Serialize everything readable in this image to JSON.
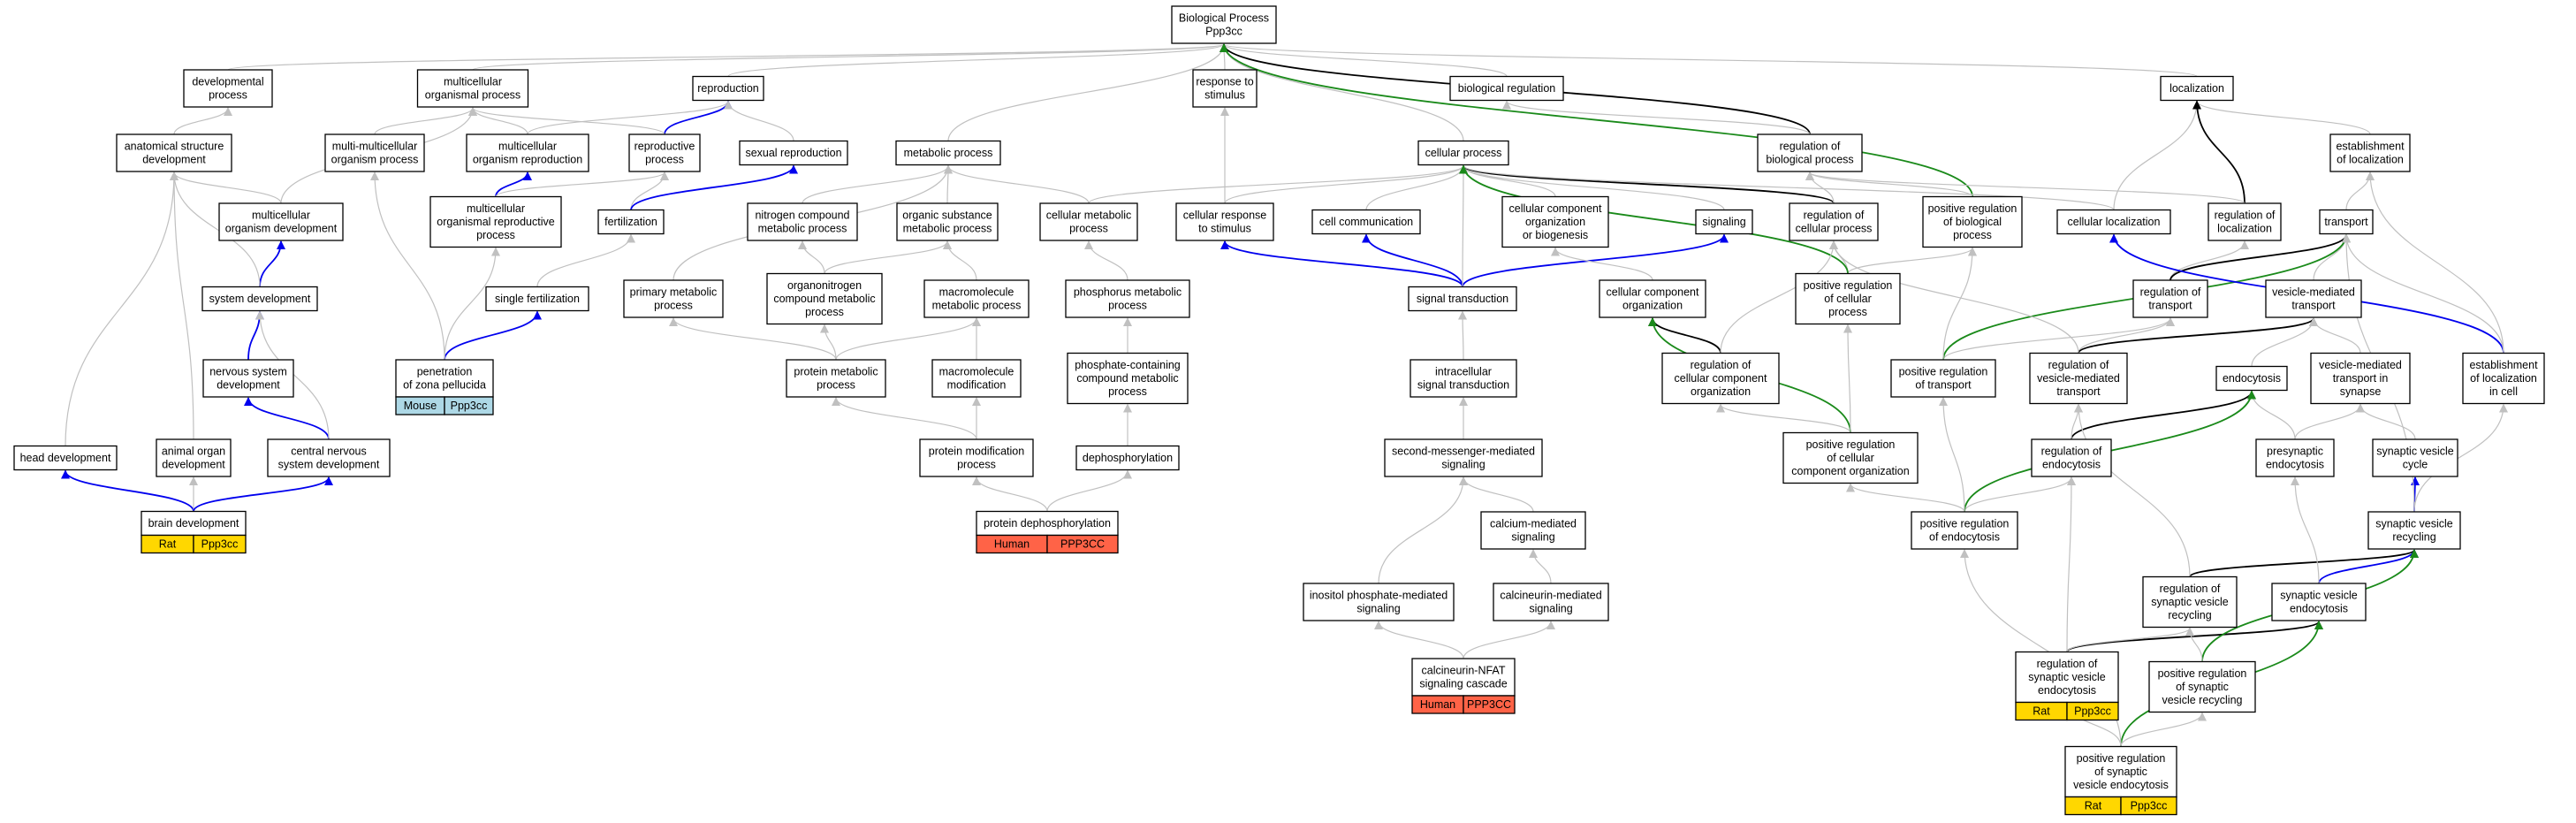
{
  "colors": {
    "gray_edge": "#c0c0c0",
    "black_edge": "#000000",
    "blue_edge": "#0000ee",
    "green_edge": "#1a8a1a",
    "mouse_badge": "#add8e6",
    "rat_badge": "#ffd700",
    "human_badge": "#ff6347"
  },
  "nodes": {
    "n_root": {
      "lines": [
        "Biological Process",
        "Ppp3cc"
      ]
    },
    "n_dev": {
      "lines": [
        "developmental",
        "process"
      ]
    },
    "n_mcp": {
      "lines": [
        "multicellular",
        "organismal process"
      ]
    },
    "n_repro": {
      "lines": [
        "reproduction"
      ]
    },
    "n_resp": {
      "lines": [
        "response to",
        "stimulus"
      ]
    },
    "n_bioreg": {
      "lines": [
        "biological regulation"
      ]
    },
    "n_loc": {
      "lines": [
        "localization"
      ]
    },
    "n_asd": {
      "lines": [
        "anatomical structure",
        "development"
      ]
    },
    "n_mmop": {
      "lines": [
        "multi-multicellular",
        "organism process"
      ]
    },
    "n_mcrepro": {
      "lines": [
        "multicellular",
        "organism reproduction"
      ]
    },
    "n_rproc": {
      "lines": [
        "reproductive",
        "process"
      ]
    },
    "n_sexrep": {
      "lines": [
        "sexual reproduction"
      ]
    },
    "n_metab": {
      "lines": [
        "metabolic process"
      ]
    },
    "n_cellproc": {
      "lines": [
        "cellular process"
      ]
    },
    "n_regbio": {
      "lines": [
        "regulation of",
        "biological process"
      ]
    },
    "n_estloc": {
      "lines": [
        "establishment",
        "of localization"
      ]
    },
    "n_mcod": {
      "lines": [
        "multicellular",
        "organism development"
      ]
    },
    "n_mcorp": {
      "lines": [
        "multicellular",
        "organismal reproductive",
        "process"
      ]
    },
    "n_fert": {
      "lines": [
        "fertilization"
      ]
    },
    "n_ncmp": {
      "lines": [
        "nitrogen compound",
        "metabolic process"
      ]
    },
    "n_osmp": {
      "lines": [
        "organic substance",
        "metabolic process"
      ]
    },
    "n_cmp": {
      "lines": [
        "cellular metabolic",
        "process"
      ]
    },
    "n_crs": {
      "lines": [
        "cellular response",
        "to stimulus"
      ]
    },
    "n_comm": {
      "lines": [
        "cell communication"
      ]
    },
    "n_ccob": {
      "lines": [
        "cellular component",
        "organization",
        "or biogenesis"
      ]
    },
    "n_signaling": {
      "lines": [
        "signaling"
      ]
    },
    "n_regcp": {
      "lines": [
        "regulation of",
        "cellular process"
      ]
    },
    "n_posregbp": {
      "lines": [
        "positive regulation",
        "of biological",
        "process"
      ]
    },
    "n_cellloc": {
      "lines": [
        "cellular localization"
      ]
    },
    "n_regloc": {
      "lines": [
        "regulation of",
        "localization"
      ]
    },
    "n_transport": {
      "lines": [
        "transport"
      ]
    },
    "n_sysdev": {
      "lines": [
        "system development"
      ]
    },
    "n_singfert": {
      "lines": [
        "single fertilization"
      ]
    },
    "n_pmp": {
      "lines": [
        "primary metabolic",
        "process"
      ]
    },
    "n_oncmp": {
      "lines": [
        "organonitrogen",
        "compound metabolic",
        "process"
      ]
    },
    "n_mmp": {
      "lines": [
        "macromolecule",
        "metabolic process"
      ]
    },
    "n_phmp": {
      "lines": [
        "phosphorus metabolic",
        "process"
      ]
    },
    "n_sigtrans": {
      "lines": [
        "signal transduction"
      ]
    },
    "n_cco": {
      "lines": [
        "cellular component",
        "organization"
      ]
    },
    "n_posregcp": {
      "lines": [
        "positive regulation",
        "of cellular",
        "process"
      ]
    },
    "n_regtrans": {
      "lines": [
        "regulation of",
        "transport"
      ]
    },
    "n_vmt": {
      "lines": [
        "vesicle-mediated",
        "transport"
      ]
    },
    "n_nsd": {
      "lines": [
        "nervous system",
        "development"
      ]
    },
    "n_pzp": {
      "lines": [
        "penetration",
        "of zona pellucida"
      ]
    },
    "n_protmp": {
      "lines": [
        "protein metabolic",
        "process"
      ]
    },
    "n_mmmod": {
      "lines": [
        "macromolecule",
        "modification"
      ]
    },
    "n_pcmp": {
      "lines": [
        "phosphate-containing",
        "compound metabolic",
        "process"
      ]
    },
    "n_ists": {
      "lines": [
        "intracellular",
        "signal transduction"
      ]
    },
    "n_regcco": {
      "lines": [
        "regulation of",
        "cellular component",
        "organization"
      ]
    },
    "n_posregtr": {
      "lines": [
        "positive regulation",
        "of transport"
      ]
    },
    "n_regvmt": {
      "lines": [
        "regulation of",
        "vesicle-mediated",
        "transport"
      ]
    },
    "n_endo": {
      "lines": [
        "endocytosis"
      ]
    },
    "n_vmtsyn": {
      "lines": [
        "vesicle-mediated",
        "transport in",
        "synapse"
      ]
    },
    "n_estlocc": {
      "lines": [
        "establishment",
        "of localization",
        "in cell"
      ]
    },
    "n_headdev": {
      "lines": [
        "head development"
      ]
    },
    "n_aod": {
      "lines": [
        "animal organ",
        "development"
      ]
    },
    "n_cnsd": {
      "lines": [
        "central nervous",
        "system development"
      ]
    },
    "n_protmod": {
      "lines": [
        "protein modification",
        "process"
      ]
    },
    "n_dephos": {
      "lines": [
        "dephosphorylation"
      ]
    },
    "n_smms": {
      "lines": [
        "second-messenger-mediated",
        "signaling"
      ]
    },
    "n_posregcco": {
      "lines": [
        "positive regulation",
        "of cellular",
        "component organization"
      ]
    },
    "n_regendo": {
      "lines": [
        "regulation of",
        "endocytosis"
      ]
    },
    "n_presyn": {
      "lines": [
        "presynaptic",
        "endocytosis"
      ]
    },
    "n_svc": {
      "lines": [
        "synaptic vesicle",
        "cycle"
      ]
    },
    "n_braindev": {
      "lines": [
        "brain development"
      ]
    },
    "n_protdephos": {
      "lines": [
        "protein dephosphorylation"
      ]
    },
    "n_calms": {
      "lines": [
        "calcium-mediated",
        "signaling"
      ]
    },
    "n_posregendo": {
      "lines": [
        "positive regulation",
        "of endocytosis"
      ]
    },
    "n_svr": {
      "lines": [
        "synaptic vesicle",
        "recycling"
      ]
    },
    "n_ipms": {
      "lines": [
        "inositol phosphate-mediated",
        "signaling"
      ]
    },
    "n_cnms": {
      "lines": [
        "calcineurin-mediated",
        "signaling"
      ]
    },
    "n_regsvr": {
      "lines": [
        "regulation of",
        "synaptic vesicle",
        "recycling"
      ]
    },
    "n_sve": {
      "lines": [
        "synaptic vesicle",
        "endocytosis"
      ]
    },
    "n_cnfat": {
      "lines": [
        "calcineurin-NFAT",
        "signaling cascade"
      ]
    },
    "n_regsve": {
      "lines": [
        "regulation of",
        "synaptic vesicle",
        "endocytosis"
      ]
    },
    "n_posregsvr": {
      "lines": [
        "positive regulation",
        "of synaptic",
        "vesicle recycling"
      ]
    },
    "n_posregsve": {
      "lines": [
        "positive regulation",
        "of synaptic",
        "vesicle endocytosis"
      ]
    }
  },
  "badges": {
    "n_pzp": {
      "species": "Mouse",
      "gene": "Ppp3cc",
      "color": "#add8e6"
    },
    "n_braindev": {
      "species": "Rat",
      "gene": "Ppp3cc",
      "color": "#ffd700"
    },
    "n_protdephos": {
      "species": "Human",
      "gene": "PPP3CC",
      "color": "#ff6347"
    },
    "n_cnfat": {
      "species": "Human",
      "gene": "PPP3CC",
      "color": "#ff6347"
    },
    "n_regsve": {
      "species": "Rat",
      "gene": "Ppp3cc",
      "color": "#ffd700"
    },
    "n_posregsve": {
      "species": "Rat",
      "gene": "Ppp3cc",
      "color": "#ffd700"
    }
  },
  "edges": [
    [
      "n_dev",
      "n_root",
      "gray"
    ],
    [
      "n_mcp",
      "n_root",
      "gray"
    ],
    [
      "n_repro",
      "n_root",
      "gray"
    ],
    [
      "n_resp",
      "n_root",
      "gray"
    ],
    [
      "n_bioreg",
      "n_root",
      "gray"
    ],
    [
      "n_loc",
      "n_root",
      "gray"
    ],
    [
      "n_metab",
      "n_root",
      "gray"
    ],
    [
      "n_cellproc",
      "n_root",
      "gray"
    ],
    [
      "n_regbio",
      "n_root",
      "black"
    ],
    [
      "n_posregbp",
      "n_root",
      "green"
    ],
    [
      "n_asd",
      "n_dev",
      "gray"
    ],
    [
      "n_mmop",
      "n_mcp",
      "gray"
    ],
    [
      "n_mcrepro",
      "n_mcp",
      "gray"
    ],
    [
      "n_mcrepro",
      "n_repro",
      "gray"
    ],
    [
      "n_rproc",
      "n_repro",
      "blue"
    ],
    [
      "n_sexrep",
      "n_repro",
      "gray"
    ],
    [
      "n_rproc",
      "n_mcp",
      "gray"
    ],
    [
      "n_regbio",
      "n_bioreg",
      "gray"
    ],
    [
      "n_estloc",
      "n_loc",
      "gray"
    ],
    [
      "n_cellloc",
      "n_loc",
      "gray"
    ],
    [
      "n_regloc",
      "n_loc",
      "black"
    ],
    [
      "n_mcod",
      "n_mcp",
      "gray"
    ],
    [
      "n_mcod",
      "n_asd",
      "gray"
    ],
    [
      "n_mcorp",
      "n_mcrepro",
      "blue"
    ],
    [
      "n_mcorp",
      "n_rproc",
      "gray"
    ],
    [
      "n_fert",
      "n_rproc",
      "gray"
    ],
    [
      "n_fert",
      "n_sexrep",
      "blue"
    ],
    [
      "n_ncmp",
      "n_metab",
      "gray"
    ],
    [
      "n_osmp",
      "n_metab",
      "gray"
    ],
    [
      "n_cmp",
      "n_metab",
      "gray"
    ],
    [
      "n_cmp",
      "n_cellproc",
      "gray"
    ],
    [
      "n_crs",
      "n_resp",
      "gray"
    ],
    [
      "n_crs",
      "n_cellproc",
      "gray"
    ],
    [
      "n_comm",
      "n_cellproc",
      "gray"
    ],
    [
      "n_ccob",
      "n_cellproc",
      "gray"
    ],
    [
      "n_signaling",
      "n_cellproc",
      "gray"
    ],
    [
      "n_regcp",
      "n_cellproc",
      "black"
    ],
    [
      "n_regcp",
      "n_regbio",
      "gray"
    ],
    [
      "n_posregbp",
      "n_regbio",
      "gray"
    ],
    [
      "n_cellloc",
      "n_cellproc",
      "gray"
    ],
    [
      "n_regloc",
      "n_regbio",
      "gray"
    ],
    [
      "n_transport",
      "n_estloc",
      "gray"
    ],
    [
      "n_sysdev",
      "n_mcod",
      "blue"
    ],
    [
      "n_sysdev",
      "n_asd",
      "gray"
    ],
    [
      "n_singfert",
      "n_fert",
      "gray"
    ],
    [
      "n_pmp",
      "n_metab",
      "gray"
    ],
    [
      "n_oncmp",
      "n_ncmp",
      "gray"
    ],
    [
      "n_oncmp",
      "n_osmp",
      "gray"
    ],
    [
      "n_mmp",
      "n_osmp",
      "gray"
    ],
    [
      "n_phmp",
      "n_cmp",
      "gray"
    ],
    [
      "n_sigtrans",
      "n_crs",
      "blue"
    ],
    [
      "n_sigtrans",
      "n_comm",
      "blue"
    ],
    [
      "n_sigtrans",
      "n_signaling",
      "blue"
    ],
    [
      "n_sigtrans",
      "n_cellproc",
      "gray"
    ],
    [
      "n_cco",
      "n_ccob",
      "gray"
    ],
    [
      "n_posregcp",
      "n_regcp",
      "gray"
    ],
    [
      "n_posregcp",
      "n_posregbp",
      "gray"
    ],
    [
      "n_posregcp",
      "n_cellproc",
      "green"
    ],
    [
      "n_regtrans",
      "n_regloc",
      "gray"
    ],
    [
      "n_regtrans",
      "n_transport",
      "black"
    ],
    [
      "n_vmt",
      "n_transport",
      "gray"
    ],
    [
      "n_nsd",
      "n_sysdev",
      "blue"
    ],
    [
      "n_pzp",
      "n_singfert",
      "blue"
    ],
    [
      "n_pzp",
      "n_mcorp",
      "gray"
    ],
    [
      "n_pzp",
      "n_mmop",
      "gray"
    ],
    [
      "n_protmp",
      "n_pmp",
      "gray"
    ],
    [
      "n_protmp",
      "n_oncmp",
      "gray"
    ],
    [
      "n_protmp",
      "n_mmp",
      "gray"
    ],
    [
      "n_mmmod",
      "n_mmp",
      "gray"
    ],
    [
      "n_pcmp",
      "n_phmp",
      "gray"
    ],
    [
      "n_ists",
      "n_sigtrans",
      "gray"
    ],
    [
      "n_regcco",
      "n_cco",
      "black"
    ],
    [
      "n_regcco",
      "n_regcp",
      "gray"
    ],
    [
      "n_posregtr",
      "n_regtrans",
      "gray"
    ],
    [
      "n_posregtr",
      "n_transport",
      "green"
    ],
    [
      "n_posregtr",
      "n_posregbp",
      "gray"
    ],
    [
      "n_regvmt",
      "n_regtrans",
      "gray"
    ],
    [
      "n_regvmt",
      "n_vmt",
      "black"
    ],
    [
      "n_regvmt",
      "n_regcp",
      "gray"
    ],
    [
      "n_endo",
      "n_vmt",
      "gray"
    ],
    [
      "n_vmtsyn",
      "n_vmt",
      "gray"
    ],
    [
      "n_estlocc",
      "n_cellloc",
      "blue"
    ],
    [
      "n_estlocc",
      "n_estloc",
      "gray"
    ],
    [
      "n_estlocc",
      "n_transport",
      "gray"
    ],
    [
      "n_headdev",
      "n_asd",
      "gray"
    ],
    [
      "n_aod",
      "n_asd",
      "gray"
    ],
    [
      "n_cnsd",
      "n_nsd",
      "blue"
    ],
    [
      "n_cnsd",
      "n_sysdev",
      "gray"
    ],
    [
      "n_protmod",
      "n_protmp",
      "gray"
    ],
    [
      "n_protmod",
      "n_mmmod",
      "gray"
    ],
    [
      "n_dephos",
      "n_pcmp",
      "gray"
    ],
    [
      "n_smms",
      "n_ists",
      "gray"
    ],
    [
      "n_posregcco",
      "n_regcco",
      "gray"
    ],
    [
      "n_posregcco",
      "n_cco",
      "green"
    ],
    [
      "n_posregcco",
      "n_posregcp",
      "gray"
    ],
    [
      "n_regendo",
      "n_endo",
      "black"
    ],
    [
      "n_regendo",
      "n_regvmt",
      "gray"
    ],
    [
      "n_presyn",
      "n_endo",
      "gray"
    ],
    [
      "n_presyn",
      "n_vmtsyn",
      "gray"
    ],
    [
      "n_svc",
      "n_vmtsyn",
      "gray"
    ],
    [
      "n_braindev",
      "n_headdev",
      "blue"
    ],
    [
      "n_braindev",
      "n_aod",
      "gray"
    ],
    [
      "n_braindev",
      "n_cnsd",
      "blue"
    ],
    [
      "n_protdephos",
      "n_protmod",
      "gray"
    ],
    [
      "n_protdephos",
      "n_dephos",
      "gray"
    ],
    [
      "n_calms",
      "n_smms",
      "gray"
    ],
    [
      "n_posregendo",
      "n_regendo",
      "gray"
    ],
    [
      "n_posregendo",
      "n_endo",
      "green"
    ],
    [
      "n_posregendo",
      "n_posregtr",
      "gray"
    ],
    [
      "n_posregendo",
      "n_posregcco",
      "gray"
    ],
    [
      "n_svr",
      "n_svc",
      "blue"
    ],
    [
      "n_svr",
      "n_estlocc",
      "gray"
    ],
    [
      "n_svr",
      "n_transport",
      "gray"
    ],
    [
      "n_ipms",
      "n_smms",
      "gray"
    ],
    [
      "n_cnms",
      "n_calms",
      "gray"
    ],
    [
      "n_regsvr",
      "n_svr",
      "black"
    ],
    [
      "n_regsvr",
      "n_regvmt",
      "gray"
    ],
    [
      "n_sve",
      "n_svr",
      "blue"
    ],
    [
      "n_sve",
      "n_presyn",
      "gray"
    ],
    [
      "n_cnfat",
      "n_ipms",
      "gray"
    ],
    [
      "n_cnfat",
      "n_cnms",
      "gray"
    ],
    [
      "n_regsve",
      "n_sve",
      "black"
    ],
    [
      "n_regsve",
      "n_regendo",
      "gray"
    ],
    [
      "n_regsve",
      "n_regsvr",
      "gray"
    ],
    [
      "n_posregsvr",
      "n_svr",
      "green"
    ],
    [
      "n_posregsvr",
      "n_regsvr",
      "gray"
    ],
    [
      "n_posregsve",
      "n_sve",
      "green"
    ],
    [
      "n_posregsve",
      "n_posregendo",
      "gray"
    ],
    [
      "n_posregsve",
      "n_regsve",
      "gray"
    ],
    [
      "n_posregsve",
      "n_posregsvr",
      "gray"
    ]
  ]
}
